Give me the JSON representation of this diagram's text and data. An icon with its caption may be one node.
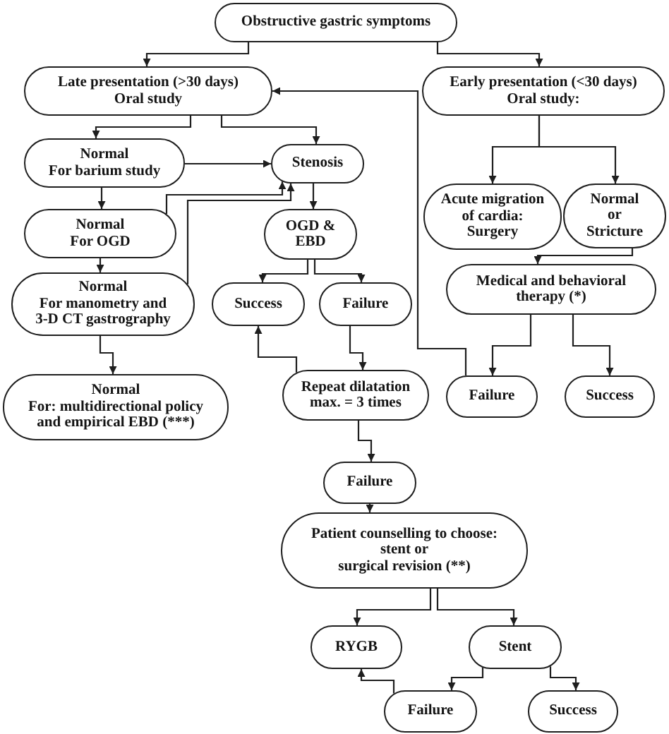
{
  "diagram": {
    "nodes": [
      {
        "text": [
          "Obstructive gastric symptoms"
        ]
      },
      {
        "text": [
          "Late presentation (>30 days)",
          "Oral study"
        ]
      },
      {
        "text": [
          "Early presentation (<30 days)",
          "Oral study:"
        ]
      },
      {
        "text": [
          "Normal",
          "For barium study"
        ]
      },
      {
        "text": [
          "Stenosis"
        ]
      },
      {
        "text": [
          "Acute migration of cardia: Surgery"
        ]
      },
      {
        "text": [
          "Normal or Stricture"
        ]
      },
      {
        "text": [
          "Normal",
          "For OGD"
        ]
      },
      {
        "text": [
          "OGD & EBD"
        ]
      },
      {
        "text": [
          "Medical and behavioral therapy (*)"
        ]
      },
      {
        "text": [
          "Normal",
          "For manometry and 3-D CT gastrography"
        ]
      },
      {
        "text": [
          "Success"
        ]
      },
      {
        "text": [
          "Failure"
        ]
      },
      {
        "text": [
          "Repeat dilatation max. = 3 times"
        ]
      },
      {
        "text": [
          "Normal",
          "For: multidirectional policy and empirical EBD (***)"
        ]
      },
      {
        "text": [
          "Failure"
        ]
      },
      {
        "text": [
          "Success"
        ]
      },
      {
        "text": [
          "Failure"
        ]
      },
      {
        "text": [
          "Patient counselling to choose:",
          "stent or",
          "surgical revision (**)"
        ]
      },
      {
        "text": [
          "RYGB"
        ]
      },
      {
        "text": [
          "Stent"
        ]
      },
      {
        "text": [
          "Failure"
        ]
      },
      {
        "text": [
          "Success"
        ]
      }
    ],
    "edges": [
      {
        "from": 0,
        "to": 1,
        "arrow": "to"
      },
      {
        "from": 0,
        "to": 2,
        "arrow": "to"
      },
      {
        "from": 1,
        "to": 3,
        "arrow": "to"
      },
      {
        "from": 1,
        "to": 4,
        "arrow": "to"
      },
      {
        "from": 3,
        "to": 4,
        "arrow": "to"
      },
      {
        "from": 7,
        "to": 4,
        "arrow": "to"
      },
      {
        "from": 10,
        "to": 4,
        "arrow": "to"
      },
      {
        "from": 3,
        "to": 7,
        "arrow": "to"
      },
      {
        "from": 7,
        "to": 10,
        "arrow": "to"
      },
      {
        "from": 10,
        "to": 14,
        "arrow": "to"
      },
      {
        "from": 4,
        "to": 8,
        "arrow": "to"
      },
      {
        "from": 8,
        "to": 11,
        "arrow": "to"
      },
      {
        "from": 8,
        "to": 12,
        "arrow": "to"
      },
      {
        "from": 12,
        "to": 13,
        "arrow": "to"
      },
      {
        "from": 13,
        "to": 11,
        "arrow": "to"
      },
      {
        "from": 13,
        "to": 17,
        "arrow": "to"
      },
      {
        "from": 17,
        "to": 18,
        "arrow": "to"
      },
      {
        "from": 18,
        "to": 19,
        "arrow": "to"
      },
      {
        "from": 18,
        "to": 20,
        "arrow": "to"
      },
      {
        "from": 20,
        "to": 21,
        "arrow": "to"
      },
      {
        "from": 20,
        "to": 22,
        "arrow": "to"
      },
      {
        "from": 21,
        "to": 19,
        "arrow": "to"
      },
      {
        "from": 2,
        "to": 5,
        "arrow": "to"
      },
      {
        "from": 2,
        "to": 6,
        "arrow": "to"
      },
      {
        "from": 6,
        "to": 9,
        "arrow": "to"
      },
      {
        "from": 9,
        "to": 15,
        "arrow": "to"
      },
      {
        "from": 9,
        "to": 16,
        "arrow": "to"
      },
      {
        "from": 15,
        "to": 1,
        "arrow": "to"
      }
    ]
  }
}
